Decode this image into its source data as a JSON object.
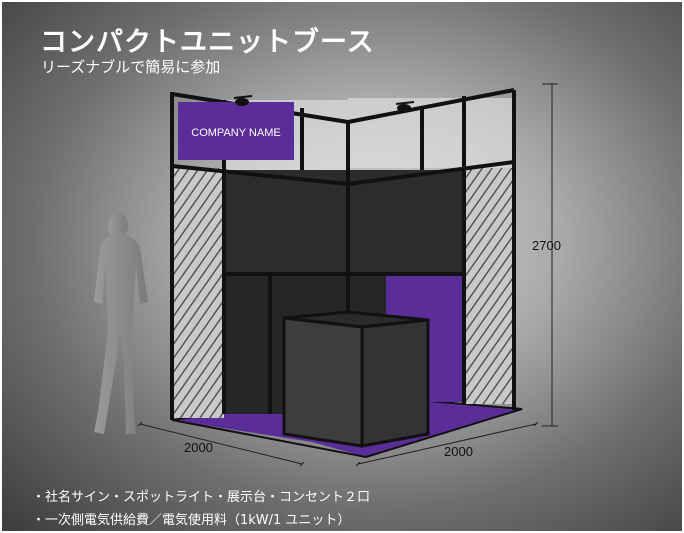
{
  "title": "コンパクトユニットブース",
  "subtitle": "リーズナブルで簡易に参加",
  "booth": {
    "sign_text": "COMPANY NAME",
    "dimension_height": "2700",
    "dimension_width_left": "2000",
    "dimension_width_right": "2000"
  },
  "features": [
    "・社名サイン・スポットライト・展示台・コンセント２口",
    "・一次側電気供給費／電気使用料（1kW/1 ユニット）"
  ],
  "colors": {
    "accent_purple": "#5b2d98",
    "frame": "#111111",
    "panel": "#2a2a2a"
  }
}
